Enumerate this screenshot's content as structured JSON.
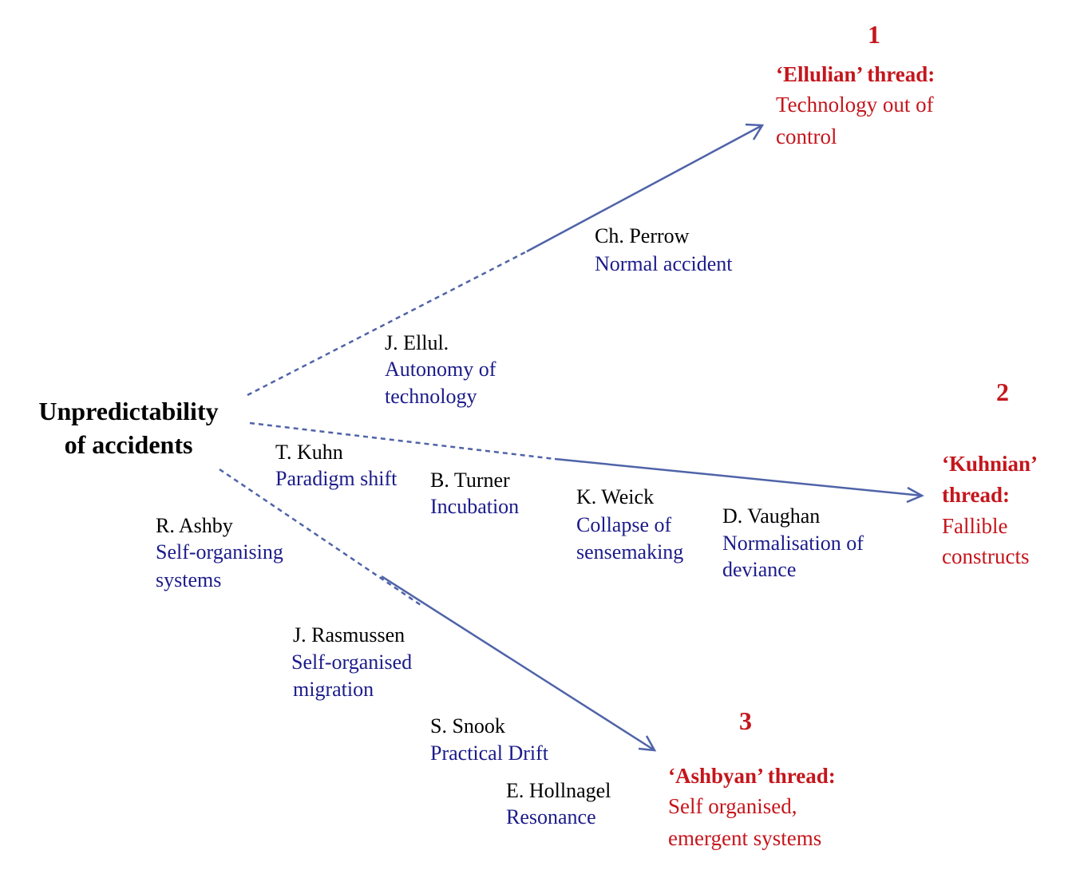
{
  "origin": {
    "line1": "Unpredictability",
    "line2": "of  accidents"
  },
  "threads": [
    {
      "number": "1",
      "title": "‘Ellulian’ thread:",
      "desc_line1": "Technology out of",
      "desc_line2": "control"
    },
    {
      "number": "2",
      "title_line1": "‘Kuhnian’",
      "title_line2": "thread:",
      "desc_line1": "Fallible",
      "desc_line2": "constructs"
    },
    {
      "number": "3",
      "title": "‘Ashbyan’ thread:",
      "desc_line1": "Self organised,",
      "desc_line2": "emergent systems"
    }
  ],
  "contributors": {
    "perrow": {
      "author": "Ch. Perrow",
      "concept": "Normal accident"
    },
    "ellul": {
      "author": "J. Ellul.",
      "concept_line1": "Autonomy of",
      "concept_line2": "technology"
    },
    "kuhn": {
      "author": "T. Kuhn",
      "concept": "Paradigm shift"
    },
    "turner": {
      "author": "B. Turner",
      "concept": "Incubation"
    },
    "weick": {
      "author": "K. Weick",
      "concept_line1": "Collapse of",
      "concept_line2": "sensemaking"
    },
    "vaughan": {
      "author": "D. Vaughan",
      "concept_line1": "Normalisation of",
      "concept_line2": "deviance"
    },
    "ashby": {
      "author": "R. Ashby",
      "concept_line1": "Self-organising",
      "concept_line2": "systems"
    },
    "rasmussen": {
      "author": "J. Rasmussen",
      "concept_line1": "Self-organised",
      "concept_line2": "migration"
    },
    "snook": {
      "author": "S. Snook",
      "concept": "Practical Drift"
    },
    "hollnagel": {
      "author": "E. Hollnagel",
      "concept": "Resonance"
    }
  },
  "colors": {
    "arrow": "#4f63a8",
    "thread": "#c4161c",
    "concept": "#1b1b8a",
    "author": "#000000"
  }
}
